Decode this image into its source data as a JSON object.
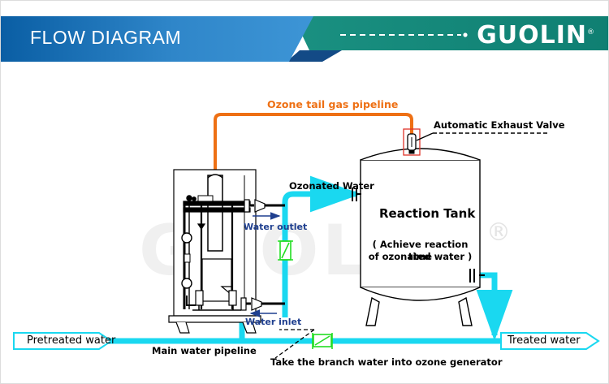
{
  "header": {
    "title": "FLOW DIAGRAM",
    "brand": "GUOLIN",
    "brand_registered": "®",
    "colors": {
      "blue_left": "#0b5fa5",
      "blue_mid": "#3a90d1",
      "teal_right": "#17877a",
      "teal_dark": "#0f6d63",
      "navy_notch": "#134a86"
    }
  },
  "watermark": {
    "text": "GUOLIN",
    "registered": "®"
  },
  "diagram": {
    "labels": {
      "ozone_tail_gas_pipeline": "Ozone tail gas pipeline",
      "automatic_exhaust_valve": "Automatic Exhaust Valve",
      "ozonated_water": "Ozonated Water",
      "water_outlet": "Water outlet",
      "water_inlet": "Water inlet",
      "reaction_tank": "Reaction Tank",
      "reaction_tank_note_line1": "( Achieve reaction time",
      "reaction_tank_note_line2": "of ozonated water )",
      "pretreated_water": "Pretreated water",
      "treated_water": "Treated water",
      "main_water_pipeline": "Main water pipeline",
      "branch_note": "Take the branch water into ozone generator"
    },
    "colors": {
      "ozone_pipe": "#ee7014",
      "water_pipe": "#1ad8f0",
      "valve_green": "#22dd22",
      "valve_red": "#e0342a",
      "arrow_blue": "#1f3f8f",
      "equipment_line": "#000000"
    },
    "components": [
      {
        "name": "ozone-generator",
        "label": ""
      },
      {
        "name": "reaction-tank",
        "label": "Reaction Tank"
      },
      {
        "name": "automatic-exhaust-valve",
        "label": "Automatic Exhaust Valve"
      },
      {
        "name": "branch-valve-vertical",
        "label": ""
      },
      {
        "name": "branch-valve-horizontal",
        "label": ""
      }
    ]
  }
}
